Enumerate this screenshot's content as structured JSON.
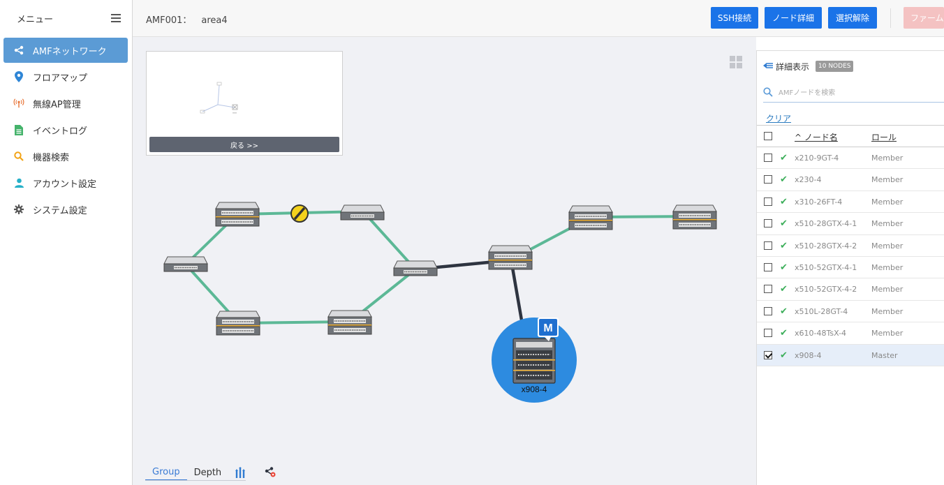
{
  "sidebar": {
    "title": "メニュー",
    "items": [
      {
        "label": "AMFネットワーク",
        "icon": "share-icon"
      },
      {
        "label": "フロアマップ",
        "icon": "map-pin-icon"
      },
      {
        "label": "無線AP管理",
        "icon": "antenna-icon"
      },
      {
        "label": "イベントログ",
        "icon": "document-icon"
      },
      {
        "label": "機器検索",
        "icon": "search-icon"
      },
      {
        "label": "アカウント設定",
        "icon": "user-icon"
      },
      {
        "label": "システム設定",
        "icon": "gear-icon"
      }
    ]
  },
  "header": {
    "area_id": "AMF001：",
    "area_name": "area4",
    "buttons": {
      "ssh": "SSH接続",
      "node_detail": "ノード詳細",
      "deselect": "選択解除",
      "firmware": "ファーム"
    }
  },
  "canvas": {
    "back_label": "戻る >>",
    "master_badge": "M",
    "master_label": "x908-4",
    "tabs": {
      "group": "Group",
      "depth": "Depth"
    }
  },
  "panel": {
    "title": "詳細表示",
    "node_count": "10 NODES",
    "search_placeholder": "AMFノードを検索",
    "clear_label": "クリア",
    "col_name": "^ ノード名",
    "col_role": "ロール",
    "rows": [
      {
        "name": "x210-9GT-4",
        "role": "Member"
      },
      {
        "name": "x230-4",
        "role": "Member"
      },
      {
        "name": "x310-26FT-4",
        "role": "Member"
      },
      {
        "name": "x510-28GTX-4-1",
        "role": "Member"
      },
      {
        "name": "x510-28GTX-4-2",
        "role": "Member"
      },
      {
        "name": "x510-52GTX-4-1",
        "role": "Member"
      },
      {
        "name": "x510-52GTX-4-2",
        "role": "Member"
      },
      {
        "name": "x510L-28GT-4",
        "role": "Member"
      },
      {
        "name": "x610-48TsX-4",
        "role": "Member"
      },
      {
        "name": "x908-4",
        "role": "Master"
      }
    ]
  },
  "colors": {
    "accent": "#1a73e8",
    "link_green": "#5cb896",
    "link_dark": "#2e3440",
    "master_circle": "#2d8be0"
  }
}
